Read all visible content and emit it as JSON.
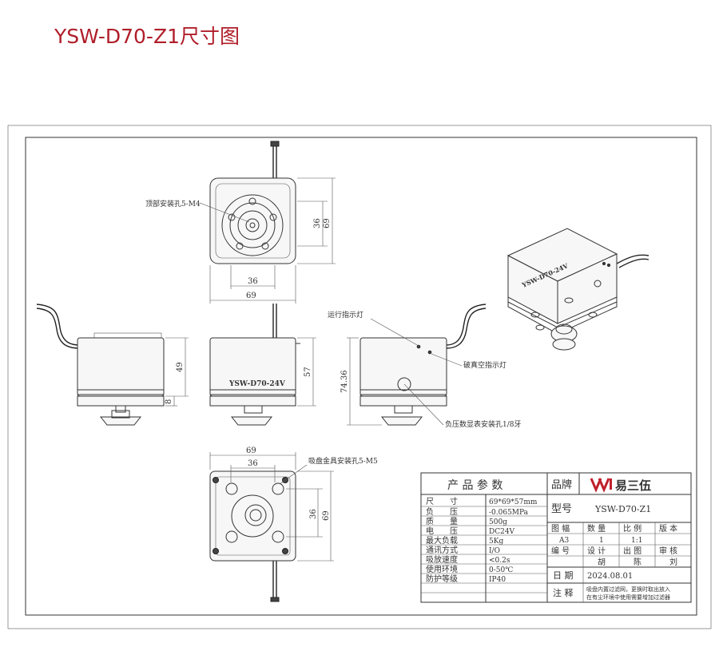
{
  "title": "YSW-D70-Z1尺寸图",
  "top_view": {
    "hole_label": "顶部安装孔5-M4",
    "dim_inner_w": "36",
    "dim_outer_w": "69",
    "dim_inner_h": "36",
    "dim_outer_h": "69"
  },
  "side_views": {
    "dim_height_left": "49",
    "dim_base": "8",
    "model_text": "YSW-D70-24V",
    "dim_height_mid": "57",
    "dim_height_right": "74.36",
    "label_run_light": "运行指示灯",
    "label_vacuum_light": "破真空指示灯",
    "label_gauge_hole": "负压数显表安装孔1/8牙"
  },
  "bottom_view": {
    "hole_label": "吸盘金具安装孔5-M5",
    "dim_outer_w": "69",
    "dim_inner_w": "36",
    "dim_inner_h": "36",
    "dim_outer_h": "69"
  },
  "iso_view": {
    "model_text": "YSW-D70-24V"
  },
  "spec_table": {
    "header": "产 品 参 数",
    "brand_label": "品牌",
    "brand_name": "易三伍",
    "model_label": "型号",
    "model_value": "YSW-D70-Z1",
    "rows": [
      {
        "label": "尺　　寸",
        "value": "69*69*57mm"
      },
      {
        "label": "负　　压",
        "value": "-0.065MPa"
      },
      {
        "label": "质　　量",
        "value": "500g"
      },
      {
        "label": "电　　压",
        "value": "DC24V"
      },
      {
        "label": "最大负载",
        "value": "5Kg"
      },
      {
        "label": "通讯方式",
        "value": "I/O"
      },
      {
        "label": "吸放速度",
        "value": "<0.2s"
      },
      {
        "label": "使用环境",
        "value": "0-50℃"
      },
      {
        "label": "防护等级",
        "value": "IP40"
      }
    ],
    "row_drawing": {
      "c1": "图 幅",
      "c2": "数 量",
      "c3": "比 例",
      "c4": "版 本"
    },
    "row_drawing_vals": {
      "c1": "A3",
      "c2": "1",
      "c3": "1:1",
      "c4": ""
    },
    "row_people": {
      "c1": "编 号",
      "c2": "设 计",
      "c3": "出 图",
      "c4": "审 核"
    },
    "row_people_vals": {
      "c1": "",
      "c2": "胡",
      "c3": "陈",
      "c4": "刘"
    },
    "date_label": "日 期",
    "date_value": "2024.08.01",
    "note_label": "注 释",
    "note_line1": "吸盘内置过滤网，更换时取出放入",
    "note_line2": "在有尘环境中使用需要增加过滤器"
  }
}
